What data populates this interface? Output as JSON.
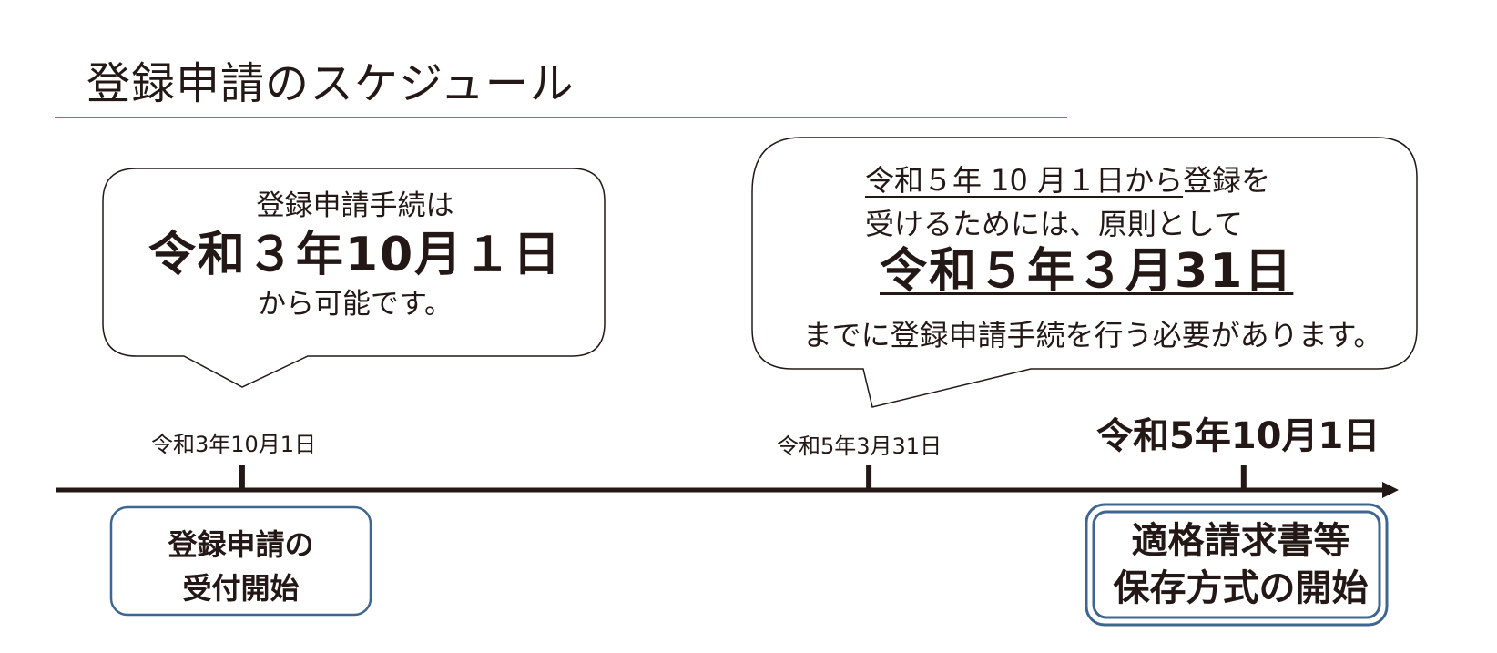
{
  "title": "登録申請のスケジュール",
  "callout_left": {
    "line1": "登録申請手続は",
    "line2": "令和３年10月１日",
    "line3": "から可能です。"
  },
  "callout_right": {
    "line1_underlined": "令和５年 10 月１日から",
    "line1_rest": "登録を",
    "line2": "受けるためには、原則として",
    "line3": "令和５年３月31日",
    "line4": "までに登録申請手続を行う必要があります。"
  },
  "timeline": {
    "dates": [
      {
        "label": "令和3年10月1日",
        "position_fraction": 0.1383
      },
      {
        "label": "令和5年3月31日",
        "position_fraction": 0.6052
      },
      {
        "label": "令和5年10月1日",
        "position_fraction": 0.8845
      }
    ],
    "boxes": [
      {
        "line1": "登録申請の",
        "line2": "受付開始"
      },
      {
        "line1": "適格請求書等",
        "line2": "保存方式の開始"
      }
    ]
  },
  "colors": {
    "text": "#231815",
    "box_border": "#3f6690",
    "title_rule": "#4a8aa8"
  }
}
